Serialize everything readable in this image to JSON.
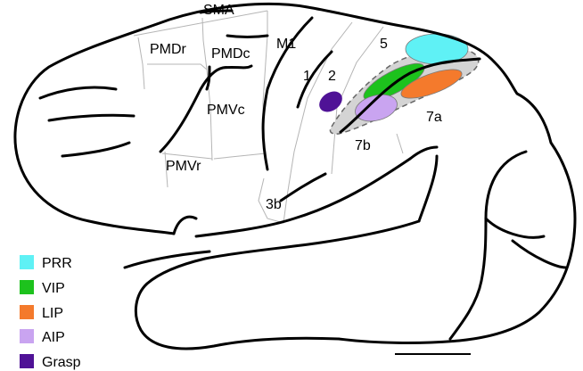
{
  "areas": {
    "sma": "SMA",
    "pmdr": "PMDr",
    "pmdc": "PMDc",
    "m1": "M1",
    "pmvc": "PMVc",
    "pmvr": "PMVr",
    "area1": "1",
    "area2": "2",
    "area5": "5",
    "area7a": "7a",
    "area7b": "7b",
    "area3b": "3b"
  },
  "legend": [
    {
      "label": "PRR",
      "color": "#5ff1f5"
    },
    {
      "label": "VIP",
      "color": "#1dc21d"
    },
    {
      "label": "LIP",
      "color": "#f47a2c"
    },
    {
      "label": "AIP",
      "color": "#c9a4f0"
    },
    {
      "label": "Grasp",
      "color": "#4f1296"
    }
  ],
  "colors": {
    "outline": "#000000",
    "region_border": "#b5b5b5",
    "ips_shading": "#d4d4d4"
  }
}
